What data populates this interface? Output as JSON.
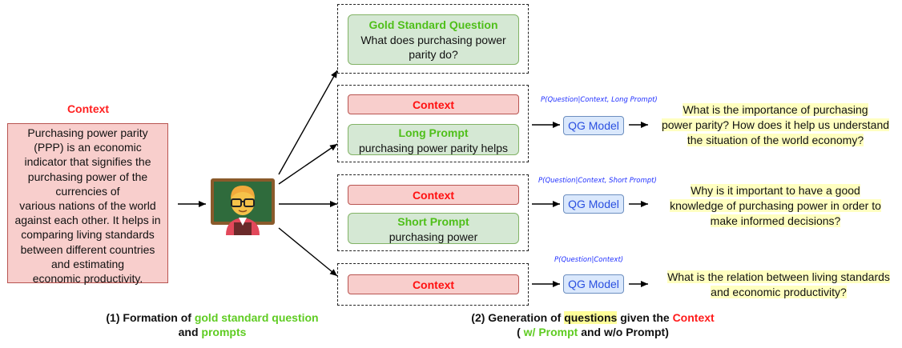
{
  "context_panel": {
    "title": "Context",
    "lines": [
      "Purchasing power parity",
      "(PPP) is an economic",
      "indicator that signifies the",
      "purchasing power of the",
      "currencies of",
      "various nations of the world",
      "against each other. It helps in",
      "comparing living standards",
      "between different countries",
      "and estimating",
      "economic productivity."
    ]
  },
  "teacher_icon": "teacher-emoji",
  "gold_standard": {
    "title": "Gold Standard Question",
    "line1": "What does purchasing power",
    "line2": "parity do?"
  },
  "rows": [
    {
      "context_label": "Context",
      "prompt_title": "Long Prompt",
      "prompt_text": "purchasing power parity helps",
      "prob": "P(Question|Context, Long Prompt)",
      "model": "QG Model",
      "output_lines": [
        "What is the importance of purchasing",
        "power parity? How does it help us understand",
        "the situation of the world economy?"
      ]
    },
    {
      "context_label": "Context",
      "prompt_title": "Short Prompt",
      "prompt_text": "purchasing power",
      "prob": "P(Question|Context, Short Prompt)",
      "model": "QG Model",
      "output_lines": [
        "Why is it important to have a good",
        "knowledge of purchasing power in order to",
        "make informed decisions?"
      ]
    },
    {
      "context_label": "Context",
      "prob": "P(Question|Context)",
      "model": "QG Model",
      "output_lines": [
        "What is the relation between living standards",
        "and economic productivity?"
      ]
    }
  ],
  "caption_left": {
    "p1": "(1) Formation of ",
    "p2": "gold standard question",
    "p3": "and ",
    "p4": "prompts"
  },
  "caption_right": {
    "p1": "(2) Generation of ",
    "p2": "questions",
    "p3": " given the ",
    "p4": "Context",
    "p5": "( ",
    "p6": "w/ Prompt",
    "p7": " and w/o Prompt)"
  },
  "colors": {
    "red_text": "#ff1a1a",
    "green_text": "#4fbf1a",
    "blue_text": "#2030ff",
    "pink_fill": "#f8cecc",
    "green_fill": "#d5e8d4",
    "blue_fill": "#dae8fc",
    "highlight": "#ffffc0"
  }
}
